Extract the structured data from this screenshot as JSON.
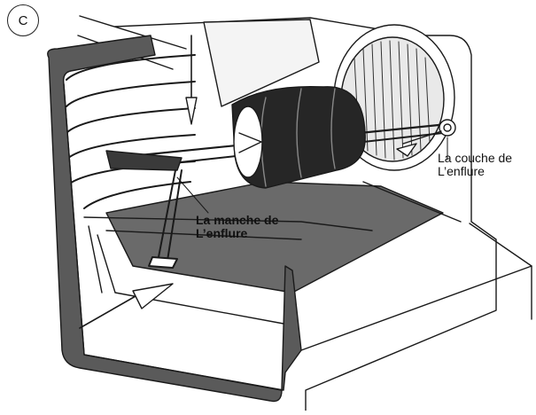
{
  "diagram": {
    "step_label": "C",
    "labels": {
      "skewer_frame": {
        "line1": "La manche de",
        "line2": "L’enflure"
      },
      "skewer_tip_socket": {
        "line1": "La couche de",
        "line2": "L’enflure"
      }
    },
    "colors": {
      "line": "#1a1a1a",
      "dark_surface": "#3a3a3a",
      "oven_wall": "#ffffff",
      "food": "#262626"
    }
  }
}
